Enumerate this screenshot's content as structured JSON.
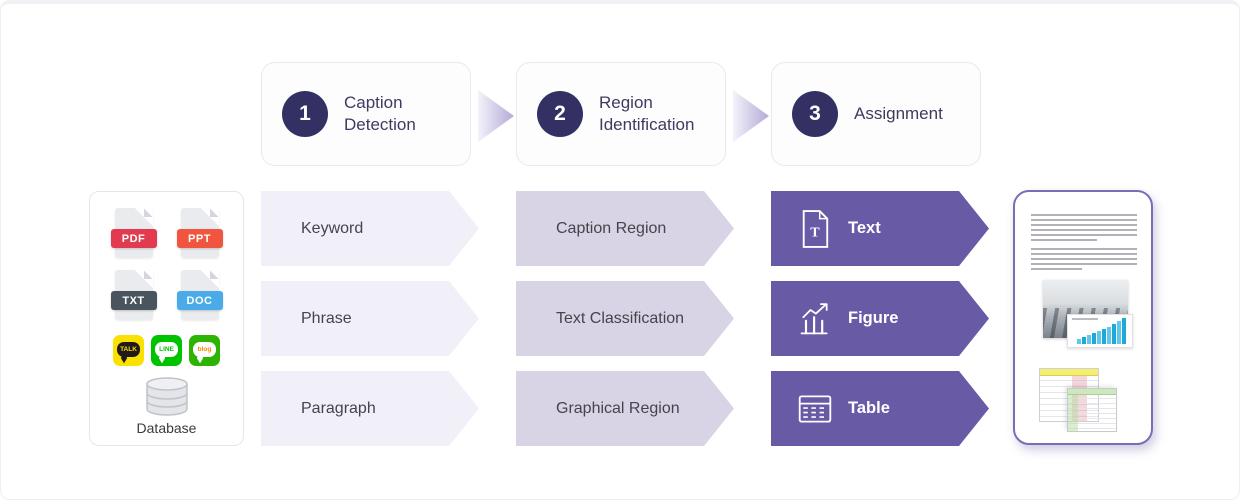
{
  "steps": [
    {
      "number": "1",
      "line1": "Caption",
      "line2": "Detection"
    },
    {
      "number": "2",
      "line1": "Region",
      "line2": "Identification"
    },
    {
      "number": "3",
      "line1": "Assignment",
      "line2": ""
    }
  ],
  "source_panel": {
    "files": [
      {
        "label": "PDF",
        "color": "#e23b4f"
      },
      {
        "label": "PPT",
        "color": "#f2553f"
      },
      {
        "label": "TXT",
        "color": "#49545f"
      },
      {
        "label": "DOC",
        "color": "#4aabe8"
      }
    ],
    "social": [
      {
        "label": "TALK",
        "bg": "#fae100",
        "bubble": "#221a1a",
        "text_color": "#fae100"
      },
      {
        "label": "LINE",
        "bg": "#00c300",
        "bubble": "#ffffff",
        "text_color": "#00c300"
      },
      {
        "label": "blog",
        "bg": "#2db400",
        "bubble": "#ffffff",
        "text_color": "#ff8a00"
      }
    ],
    "database_label": "Database"
  },
  "pipeline": {
    "stage1": {
      "bg": "#f1eff8",
      "items": [
        "Keyword",
        "Phrase",
        "Paragraph"
      ]
    },
    "stage2": {
      "bg": "#d8d4e5",
      "items": [
        "Caption Region",
        "Text Classification",
        "Graphical Region"
      ]
    },
    "stage3": {
      "bg": "#695aa6",
      "items": [
        {
          "label": "Text",
          "icon": "text-document-icon"
        },
        {
          "label": "Figure",
          "icon": "figure-chart-icon"
        },
        {
          "label": "Table",
          "icon": "table-grid-icon"
        }
      ]
    }
  },
  "colors": {
    "step_circle": "#333164",
    "step_text": "#3e3b60",
    "item_text": "#45434c",
    "stage3_purple": "#695aa6",
    "preview_border": "#7b6cb5",
    "chevron_tint": "#b3aad7"
  }
}
